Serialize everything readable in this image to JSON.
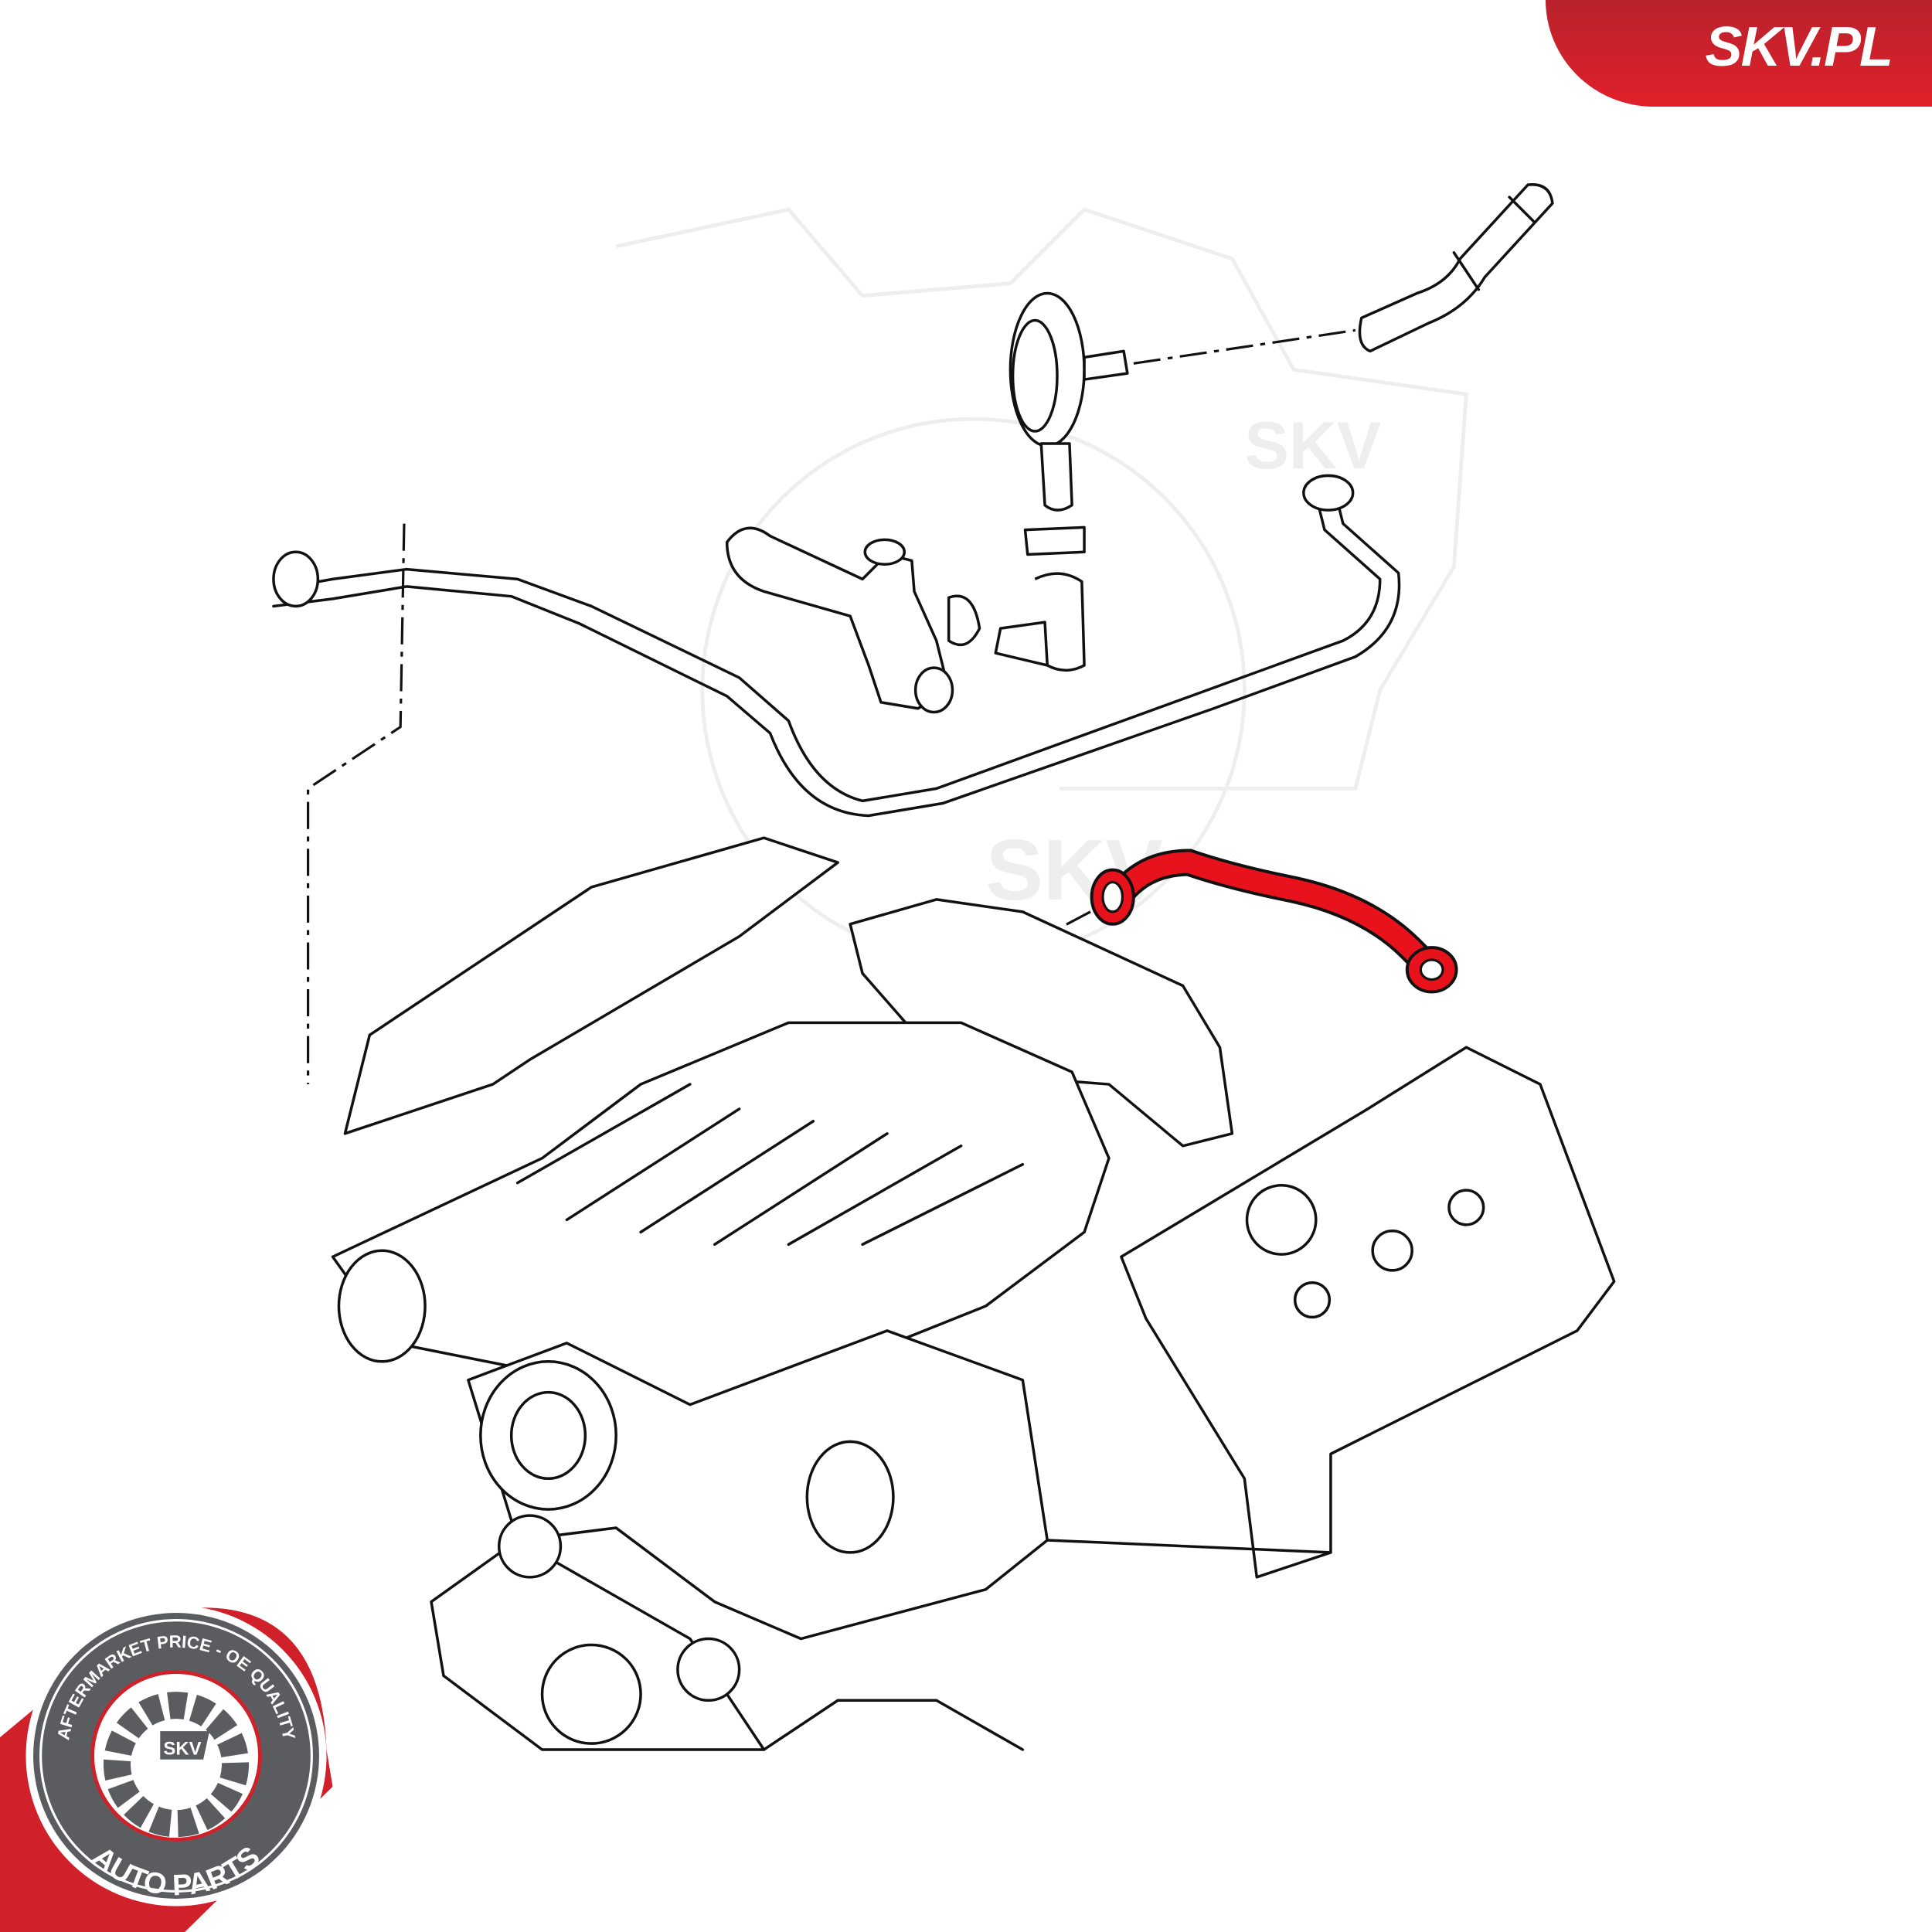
{
  "brand": {
    "site_label": "SKV.PL",
    "badge_top_text": "AFTERMARKET PRICE - OE QUALITY",
    "badge_center_text": "SKV",
    "badge_bottom_text": "AUTO PARTS",
    "watermark_text": "SKV"
  },
  "colors": {
    "brand_red": "#d9202a",
    "highlight_part": "#e8121c",
    "badge_gray": "#5a5c5f",
    "line_art": "#111111"
  }
}
